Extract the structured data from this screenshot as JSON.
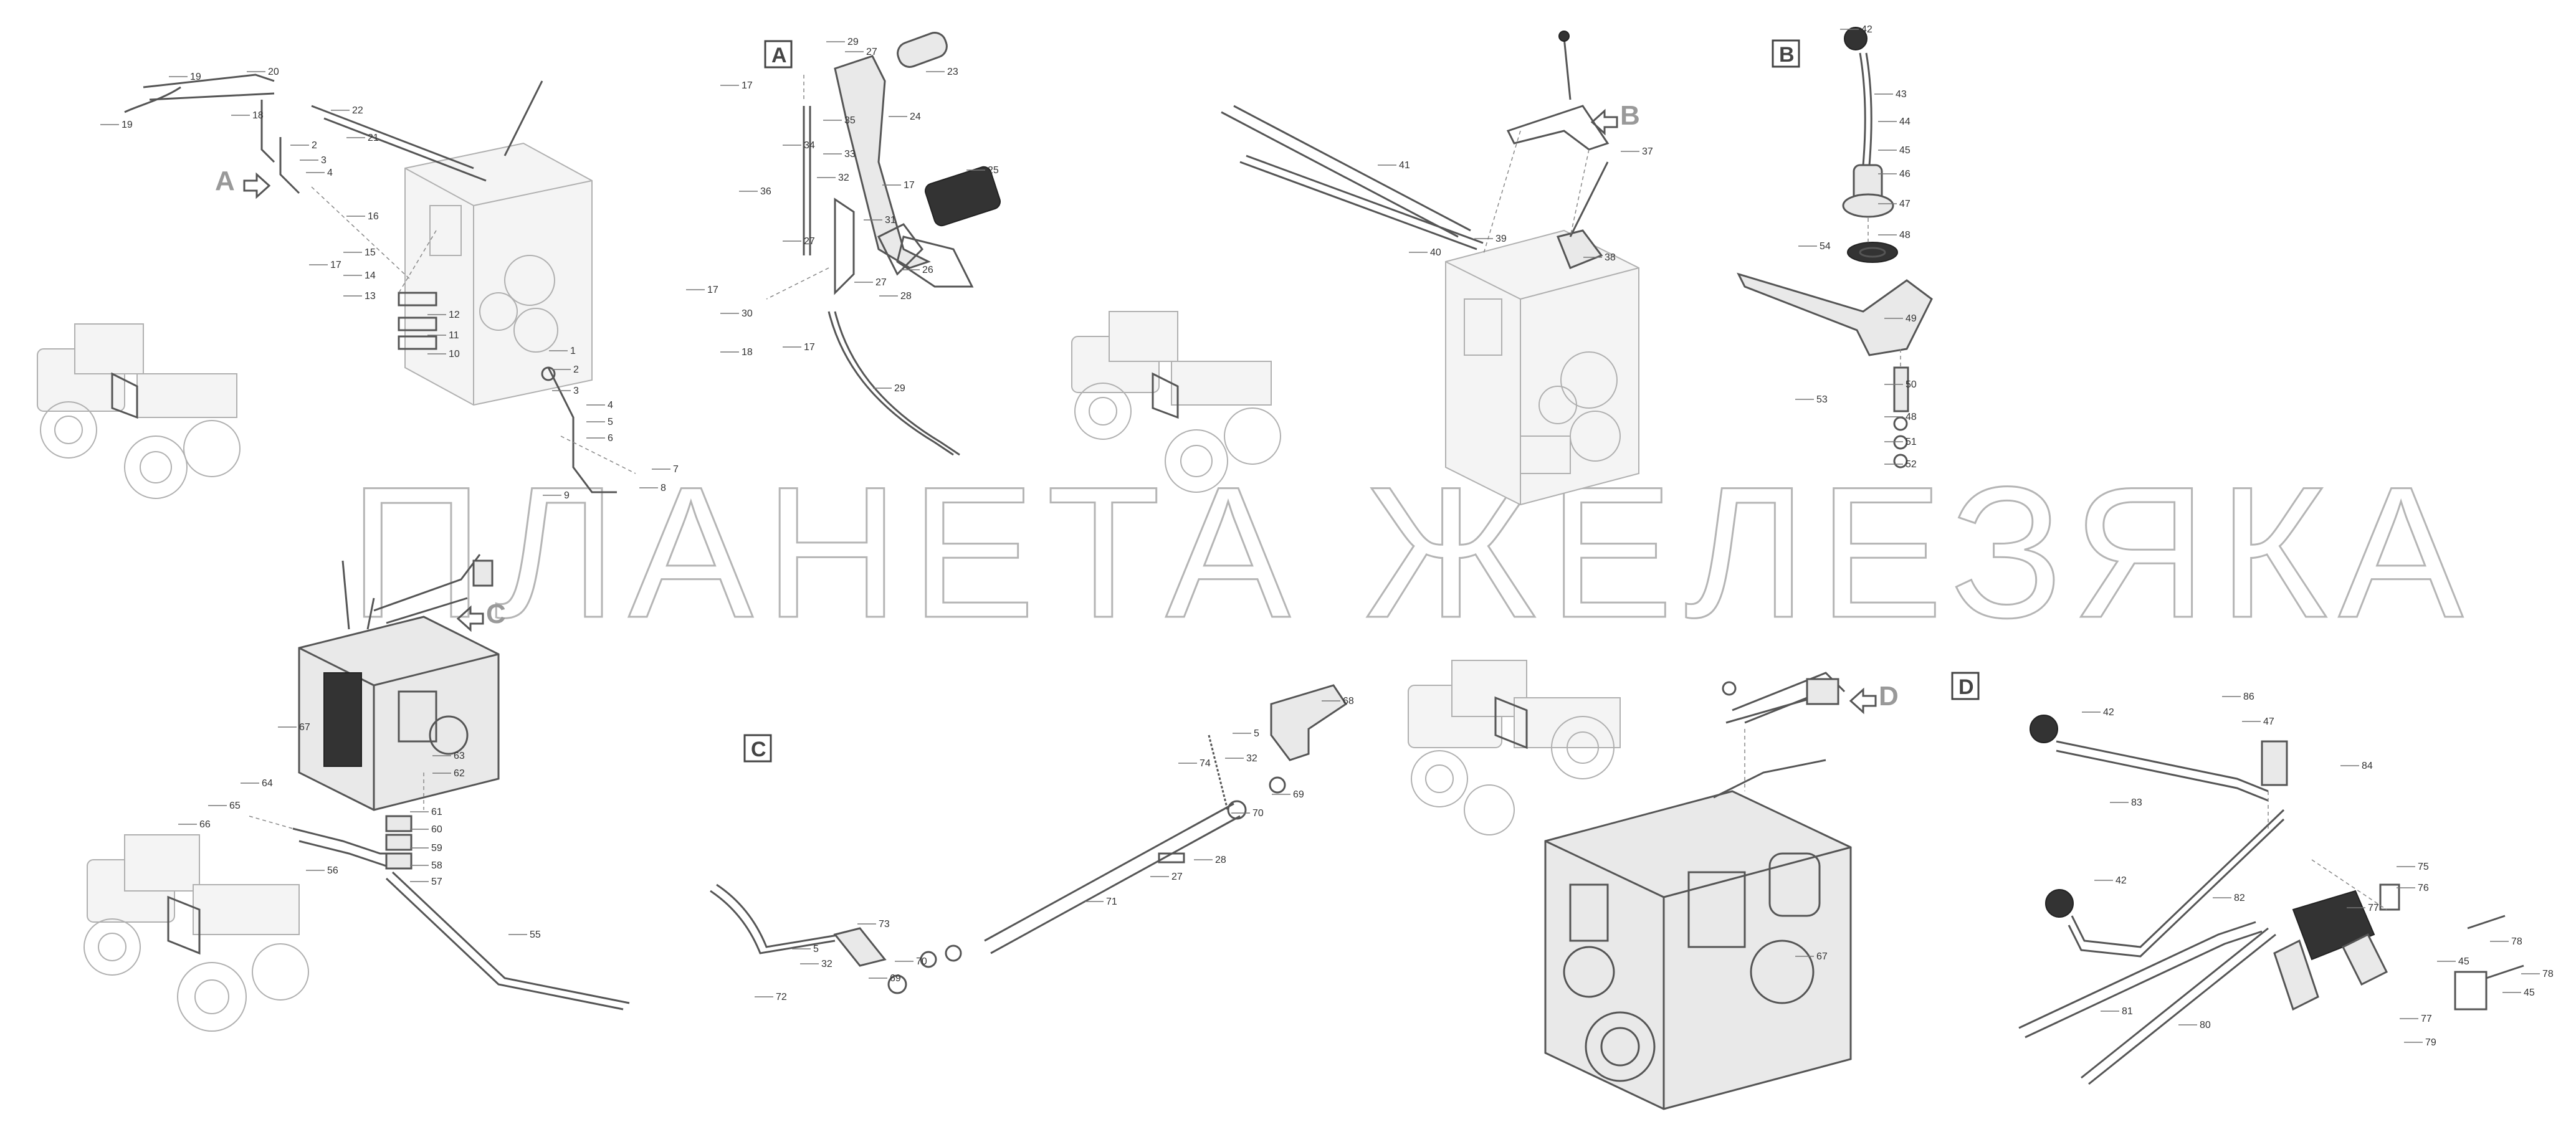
{
  "watermark": "ПЛАНЕТА ЖЕЛЕЗЯКА",
  "detail_labels": {
    "a": "A",
    "b": "B",
    "c": "C",
    "d": "D"
  },
  "pointer_labels": {
    "a": "A",
    "b": "B",
    "c": "C",
    "d": "D"
  },
  "callouts": {
    "g1": [
      "19",
      "20",
      "19",
      "18",
      "22",
      "21",
      "2",
      "3",
      "4",
      "16",
      "15",
      "14",
      "13",
      "12",
      "11",
      "10",
      "17",
      "1",
      "2",
      "3",
      "4",
      "5",
      "6",
      "7",
      "8",
      "9"
    ],
    "g2": [
      "29",
      "27",
      "23",
      "17",
      "35",
      "24",
      "34",
      "33",
      "25",
      "32",
      "17",
      "36",
      "31",
      "27",
      "26",
      "17",
      "30",
      "28",
      "18",
      "17",
      "27",
      "29"
    ],
    "g3": [
      "41",
      "37",
      "40",
      "39",
      "38"
    ],
    "g4": [
      "42",
      "43",
      "44",
      "45",
      "46",
      "47",
      "54",
      "48",
      "49",
      "53",
      "50",
      "48",
      "51",
      "52"
    ],
    "g5": [
      "67",
      "63",
      "62",
      "64",
      "65",
      "66",
      "61",
      "60",
      "59",
      "58",
      "57",
      "56",
      "55"
    ],
    "g6": [
      "68",
      "74",
      "5",
      "32",
      "69",
      "70",
      "28",
      "27",
      "71",
      "73",
      "5",
      "32",
      "70",
      "69",
      "72"
    ],
    "g7": [
      "67"
    ],
    "g8": [
      "42",
      "86",
      "47",
      "83",
      "84",
      "82",
      "42",
      "75",
      "76",
      "77",
      "78",
      "45",
      "78",
      "45",
      "81",
      "80",
      "79",
      "77"
    ]
  }
}
